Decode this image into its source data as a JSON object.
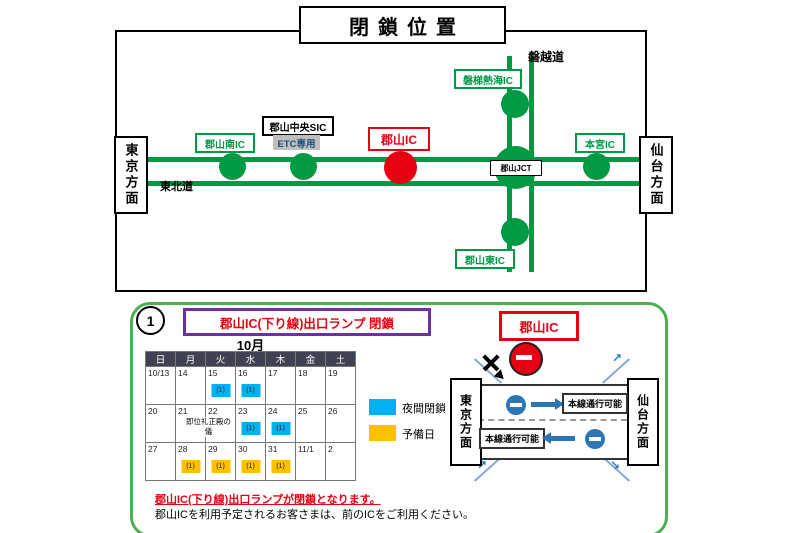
{
  "map": {
    "title": "閉鎖位置",
    "left_direction": "東京方面",
    "right_direction": "仙台方面",
    "horizontal_road": "東北道",
    "vertical_road": "磐越道",
    "ic_minami": "郡山南IC",
    "ic_chuo": "郡山中央SIC",
    "ic_chuo_etc": "ETC専用",
    "ic_koriyama": "郡山IC",
    "jct": "郡山JCT",
    "ic_motomiya": "本宮IC",
    "ic_bandai_atami": "磐梯熱海IC",
    "ic_higashi": "郡山東IC"
  },
  "panel": {
    "number": "1",
    "title": "郡山IC(下り線)出口ランプ 閉鎖",
    "month": "10月",
    "ic_label": "郡山IC",
    "left_direction": "東京方面",
    "right_direction": "仙台方面",
    "main_line_top": "本線通行可能",
    "main_line_bottom": "本線通行可能",
    "footer_red": "郡山IC(下り線)出口ランプが閉鎖となります。",
    "footer_black": "郡山ICを利用予定されるお客さまは、前のICをご利用ください。"
  },
  "calendar": {
    "day_headers": [
      "日",
      "月",
      "火",
      "水",
      "木",
      "金",
      "土"
    ],
    "weeks": [
      [
        {
          "date": "10/13"
        },
        {
          "date": "14"
        },
        {
          "date": "15",
          "marker": "blue",
          "marker_label": "(1)"
        },
        {
          "date": "16",
          "marker": "blue",
          "marker_label": "(1)"
        },
        {
          "date": "17"
        },
        {
          "date": "18"
        },
        {
          "date": "19"
        }
      ],
      [
        {
          "date": "20"
        },
        {
          "date": "21"
        },
        {
          "date": "22",
          "note": "即位礼正殿の儀"
        },
        {
          "date": "23",
          "marker": "blue",
          "marker_label": "(1)"
        },
        {
          "date": "24",
          "marker": "blue",
          "marker_label": "(1)"
        },
        {
          "date": "25"
        },
        {
          "date": "26"
        }
      ],
      [
        {
          "date": "27"
        },
        {
          "date": "28",
          "marker": "yellow",
          "marker_label": "(1)"
        },
        {
          "date": "29",
          "marker": "yellow",
          "marker_label": "(1)"
        },
        {
          "date": "30",
          "marker": "yellow",
          "marker_label": "(1)"
        },
        {
          "date": "31",
          "marker": "yellow",
          "marker_label": "(1)"
        },
        {
          "date": "11/1"
        },
        {
          "date": "2"
        }
      ]
    ],
    "legend": [
      {
        "type": "blue",
        "label": "夜間閉鎖"
      },
      {
        "type": "yellow",
        "label": "予備日"
      }
    ]
  },
  "icons": {
    "ramp_arrow_ne": "↗",
    "ramp_arrow_se": "↘"
  },
  "colors": {
    "road_green": "#009944",
    "alert_red": "#E60012",
    "title_purple": "#7030A0",
    "marker_blue": "#00B0F0",
    "marker_yellow": "#FFC000",
    "flow_blue": "#2E75B6",
    "panel_green": "#4CAF50"
  }
}
